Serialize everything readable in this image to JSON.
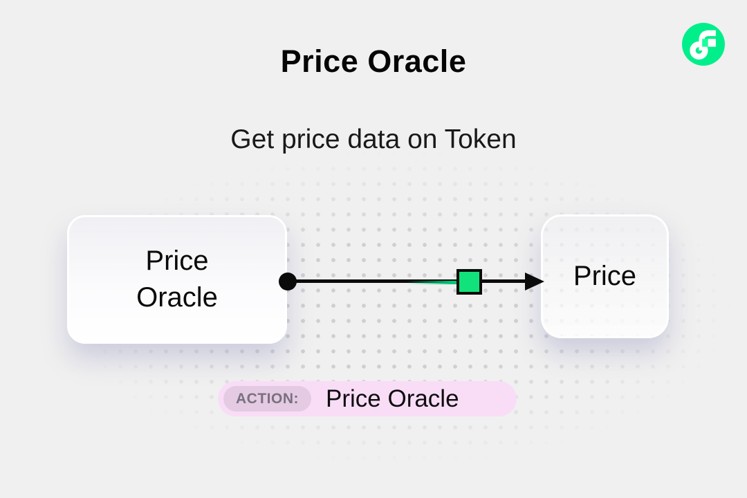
{
  "header": {
    "title": "Price Oracle",
    "subtitle": "Get price data on Token"
  },
  "branding": {
    "logo": "flow-logo",
    "logo_color": "#00EF8B",
    "logo_notch_color": "#16FF99"
  },
  "diagram": {
    "nodes": [
      {
        "id": "source",
        "label": "Price Oracle"
      },
      {
        "id": "target",
        "label": "Price"
      }
    ],
    "edge": {
      "from": "source",
      "to": "target",
      "marker_color": "#12E27C",
      "connector_color": "#00C778"
    },
    "action": {
      "badge_label": "ACTION:",
      "value": "Price Oracle"
    }
  },
  "colors": {
    "background": "#F0F0F0",
    "dot_grid": "#CFCFD2",
    "text": "#0A0A0A",
    "action_pill_bg": "#F9DDF7",
    "action_badge_bg": "#E4CAE3",
    "action_badge_text": "#79707F"
  }
}
